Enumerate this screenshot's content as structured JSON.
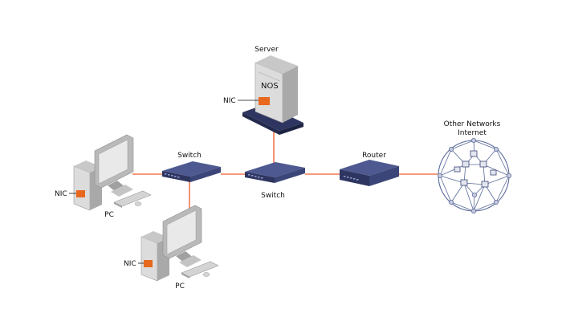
{
  "labels": {
    "server": "Server",
    "nos": "NOS",
    "server_nic": "NIC",
    "other_networks_line1": "Other Networks",
    "other_networks_line2": "Internet",
    "router": "Router",
    "switch_left": "Switch",
    "switch_center": "Switch",
    "pc_top_nic": "NIC",
    "pc_top": "PC",
    "pc_bottom_nic": "NIC",
    "pc_bottom": "PC"
  },
  "colors": {
    "link": "#f07850",
    "nic": "#e8681e",
    "device_dark": "#2e3560",
    "device_mid": "#3b4577",
    "device_light": "#4d5990",
    "case_light": "#dcdcdc",
    "case_mid": "#b9b9b9",
    "case_dark": "#8f8f8f",
    "screen": "#e9e9e9",
    "globe_line": "#5a6a9a",
    "globe_node": "#c8cce0"
  }
}
